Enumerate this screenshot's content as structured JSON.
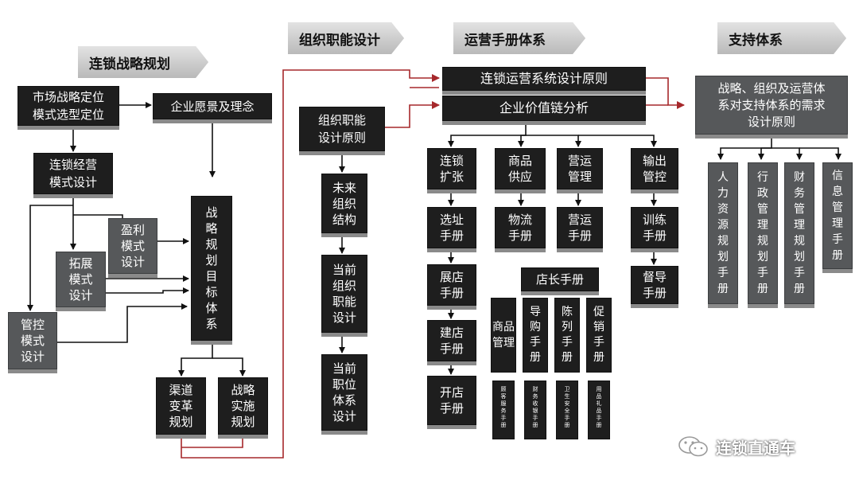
{
  "banners": {
    "strategy": "连锁战略规划",
    "org": "组织职能设计",
    "ops": "运营手册体系",
    "support": "支持体系"
  },
  "strategy": {
    "market": "市场战略定位\n模式选型定位",
    "vision": "企业愿景及理念",
    "chain_model": "连锁经营\n模式设计",
    "profit": "盈利\n模式\n设计",
    "expand": "拓展\n模式\n设计",
    "control": "管控\n模式\n设计",
    "target": "战\n略\n规\n划\n目\n标\n体\n系",
    "channel": "渠道\n变革\n规划",
    "implement": "战略\n实施\n规划"
  },
  "org": {
    "principle": "组织职能\n设计原则",
    "future": "未来\n组织\n结构",
    "current": "当前\n组织\n职能\n设计",
    "position": "当前\n职位\n体系\n设计"
  },
  "ops": {
    "design_principle": "连锁运营系统设计原则",
    "value_chain": "企业价值链分析",
    "chain_expand": "连锁\n扩张",
    "site": "选址\n手册",
    "exhibit": "展店\n手册",
    "build": "建店\n手册",
    "open": "开店\n手册",
    "goods_supply": "商品\n供应",
    "logistics": "物流\n手册",
    "ops_mgmt": "营运\n管理",
    "ops_manual": "营运\n手册",
    "output_ctrl": "输出\n管控",
    "training": "训练\n手册",
    "supervision": "督导\n手册",
    "store_manager": "店长手册",
    "sub": [
      "商品\n管理",
      "导\n购\n手\n册",
      "陈\n列\n手\n册",
      "促\n销\n手\n册"
    ],
    "tiny": [
      "顾\n客\n服\n务\n手\n册",
      "财\n务\n收\n银\n手\n册",
      "卫\n生\n安\n全\n手\n册",
      "用\n品\n礼\n品\n手\n册"
    ]
  },
  "support": {
    "principle": "战略、组织及运营体\n系对支持体系的需求\n设计原则",
    "manuals": [
      "人\n力\n资\n源\n规\n划\n手\n册",
      "行\n政\n管\n理\n规\n划\n手\n册",
      "财\n务\n管\n理\n规\n划\n手\n册",
      "信\n息\n管\n理\n手\n册"
    ]
  },
  "watermark": "连锁直通车",
  "colors": {
    "box": "#1e1e1e",
    "box_gray": "#56585a",
    "connector_red": "#a6282b",
    "banner": "#c8c8c8"
  }
}
